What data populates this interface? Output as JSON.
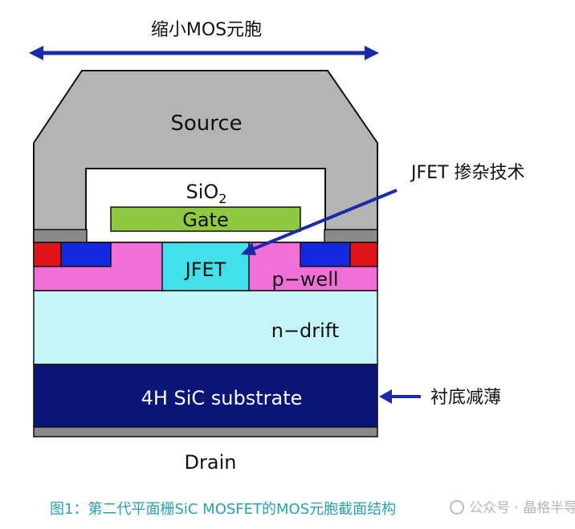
{
  "labels": {
    "cell_shrink": "缩小MOS元胞",
    "source": "Source",
    "sio2_base": "SiO",
    "sio2_sub": "2",
    "gate": "Gate",
    "jfet": "JFET",
    "pwell": "p−well",
    "ndrift": "n−drift",
    "substrate": "4H SiC substrate",
    "drain": "Drain",
    "jfet_doping": "JFET 掺杂技术",
    "substrate_thinning": "衬底减薄"
  },
  "caption": "图1：第二代平面栅SiC MOSFET的MOS元胞截面结构",
  "watermark": "公众号 · 晶格半导体",
  "colors": {
    "arrow": "#1a2aa8",
    "source_metal": "#b4b4b4",
    "oxide": "#ffffff",
    "gate": "#8fc841",
    "pwell": "#f070d8",
    "jfet": "#44e0ea",
    "ndrift": "#c6f6fa",
    "substrate": "#0a1676",
    "drain_metal": "#8a8a8a",
    "n_plus": "#1428e0",
    "p_plus": "#e01418",
    "caption": "#2aa0b4"
  }
}
